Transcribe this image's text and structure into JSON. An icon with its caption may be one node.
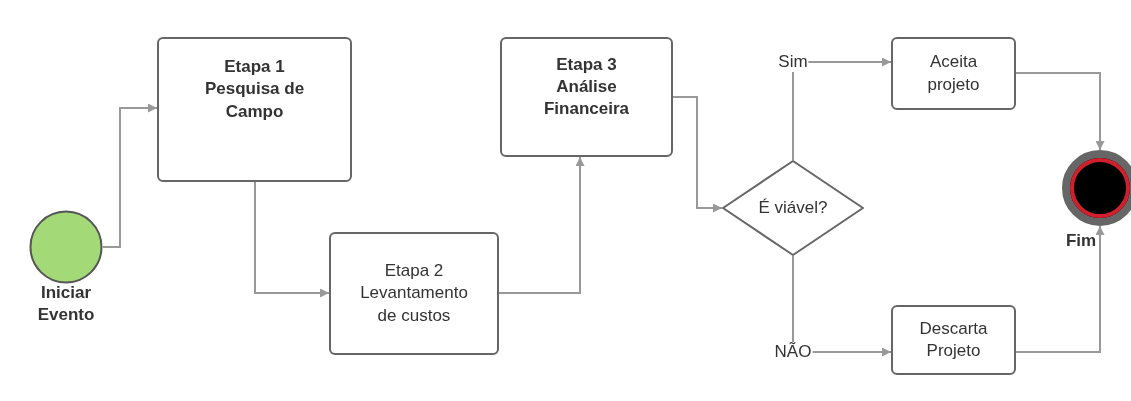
{
  "diagram": {
    "nodes": [
      {
        "text": [],
        "shape": "circle",
        "beside": [
          "Iniciar Evento"
        ]
      },
      {
        "text": [
          "Etapa 1 Pesquisa de Campo"
        ]
      },
      {
        "text": [
          "Etapa 2 Levantamento de custos"
        ]
      },
      {
        "text": [
          "Etapa 3 Análise Financeira"
        ]
      },
      {
        "text": [
          "É viável?"
        ]
      },
      {
        "text": [
          "Aceita projeto"
        ]
      },
      {
        "text": [
          "Descarta Projeto"
        ]
      },
      {
        "text": [],
        "shape": "circle",
        "beside": [
          "Fim"
        ]
      }
    ],
    "edges": [
      {
        "from": 0,
        "to": 1,
        "arrow": "to"
      },
      {
        "from": 1,
        "to": 2,
        "arrow": "to"
      },
      {
        "from": 2,
        "to": 3,
        "arrow": "to"
      },
      {
        "from": 3,
        "to": 4,
        "arrow": "to"
      },
      {
        "from": 4,
        "to": 5,
        "arrow": "to",
        "label": "Sim"
      },
      {
        "from": 4,
        "to": 6,
        "arrow": "to",
        "label": "NÃO"
      },
      {
        "from": 5,
        "to": 7,
        "arrow": "to"
      },
      {
        "from": 6,
        "to": 7,
        "arrow": "to"
      }
    ]
  }
}
